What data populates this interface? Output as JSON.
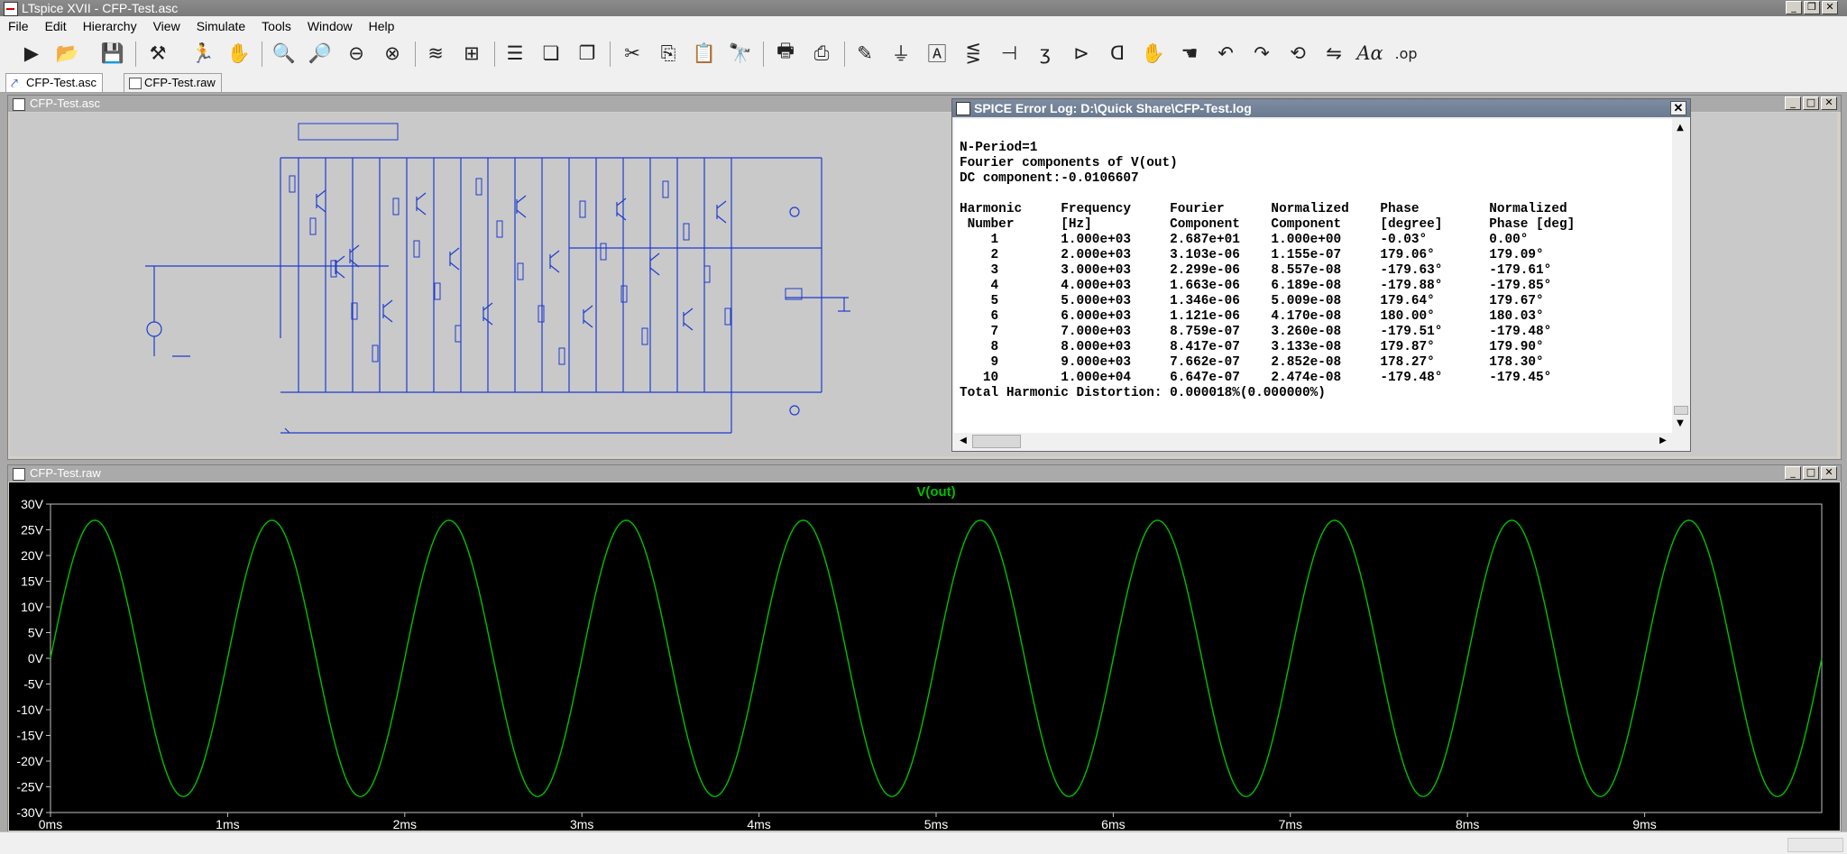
{
  "window": {
    "title": "LTspice XVII - CFP-Test.asc"
  },
  "menu": [
    "File",
    "Edit",
    "Hierarchy",
    "View",
    "Simulate",
    "Tools",
    "Window",
    "Help"
  ],
  "tabs": [
    {
      "label": "CFP-Test.asc"
    },
    {
      "label": "CFP-Test.raw"
    }
  ],
  "schematic": {
    "title": "CFP-Test.asc"
  },
  "errlog": {
    "title": "SPICE Error Log: D:\\Quick Share\\CFP-Test.log",
    "lines": [
      "N-Period=1",
      "Fourier components of V(out)",
      "DC component:-0.0106607",
      "",
      "Harmonic     Frequency     Fourier      Normalized    Phase         Normalized",
      " Number      [Hz]          Component    Component     [degree]      Phase [deg]",
      "    1        1.000e+03     2.687e+01    1.000e+00     -0.03°        0.00°",
      "    2        2.000e+03     3.103e-06    1.155e-07     179.06°       179.09°",
      "    3        3.000e+03     2.299e-06    8.557e-08     -179.63°      -179.61°",
      "    4        4.000e+03     1.663e-06    6.189e-08     -179.88°      -179.85°",
      "    5        5.000e+03     1.346e-06    5.009e-08     179.64°       179.67°",
      "    6        6.000e+03     1.121e-06    4.170e-08     180.00°       180.03°",
      "    7        7.000e+03     8.759e-07    3.260e-08     -179.51°      -179.48°",
      "    8        8.000e+03     8.417e-07    3.133e-08     179.87°       179.90°",
      "    9        9.000e+03     7.662e-07    2.852e-08     178.27°       178.30°",
      "   10        1.000e+04     6.647e-07    2.474e-08     -179.48°      -179.45°",
      "Total Harmonic Distortion: 0.000018%(0.000000%)"
    ]
  },
  "plot": {
    "title": "CFP-Test.raw"
  },
  "chart_data": {
    "type": "line",
    "title": "V(out)",
    "xlabel": "",
    "ylabel": "",
    "x_ticks": [
      "0ms",
      "1ms",
      "2ms",
      "3ms",
      "4ms",
      "5ms",
      "6ms",
      "7ms",
      "8ms",
      "9ms"
    ],
    "y_ticks": [
      "30V",
      "25V",
      "20V",
      "15V",
      "10V",
      "5V",
      "0V",
      "-5V",
      "-10V",
      "-15V",
      "-20V",
      "-25V",
      "-30V"
    ],
    "xlim": [
      0,
      10
    ],
    "ylim": [
      -30,
      30
    ],
    "series": [
      {
        "name": "V(out)",
        "amplitude": 26.87,
        "frequency_per_ms": 1,
        "dc_offset": -0.0107
      }
    ],
    "grid": false,
    "colors": {
      "trace": "#00c000",
      "background": "#000000",
      "axis": "#c0c0c0",
      "label_text": "#ffffff"
    }
  }
}
